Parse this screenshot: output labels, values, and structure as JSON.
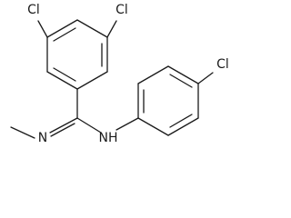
{
  "molecule": {
    "atoms": {
      "cl_top_left": "Cl",
      "cl_top_right": "Cl",
      "cl_para": "Cl",
      "imine_n": "N",
      "amine_nh": "NH"
    }
  }
}
